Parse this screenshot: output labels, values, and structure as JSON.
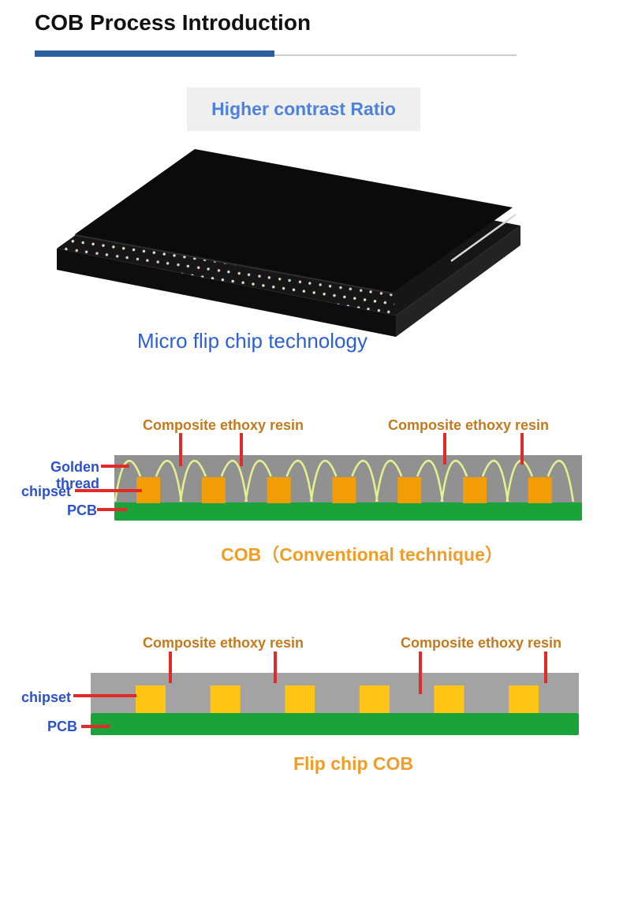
{
  "header": {
    "title": "COB Process Introduction"
  },
  "feature_box": {
    "label": "Higher contrast Ratio"
  },
  "panel_figure": {
    "caption": "Micro flip chip technology"
  },
  "diagram_conventional": {
    "caption": "COB（Conventional technique）",
    "chip_count": 7,
    "labels": {
      "resin_left": "Composite ethoxy resin",
      "resin_right": "Composite ethoxy resin",
      "golden_thread": "Golden thread",
      "chipset": "chipset",
      "pcb": "PCB"
    }
  },
  "diagram_flip_chip": {
    "caption": "Flip chip COB",
    "chip_count": 6,
    "labels": {
      "resin_left": "Composite ethoxy resin",
      "resin_right": "Composite ethoxy resin",
      "chipset": "chipset",
      "pcb": "PCB"
    }
  },
  "colors": {
    "bar_blue": "#2D5F9E",
    "box_text_blue": "#4E82D8",
    "figure_caption_blue": "#2B5FD6",
    "annotation_blue": "#2B52CC",
    "resin_label_orange": "#C5791D",
    "caption_orange": "#F09D28",
    "chip_orange": "#F29D05",
    "chip_yellow": "#FFC414",
    "pcb_green": "#1CA23A",
    "resin_gray_dark": "#919191",
    "resin_gray_light": "#A3A3A3",
    "pointer_red": "#E12A2A",
    "wire_yellow_green": "#E5EF8E",
    "panel_black": "#111111"
  }
}
